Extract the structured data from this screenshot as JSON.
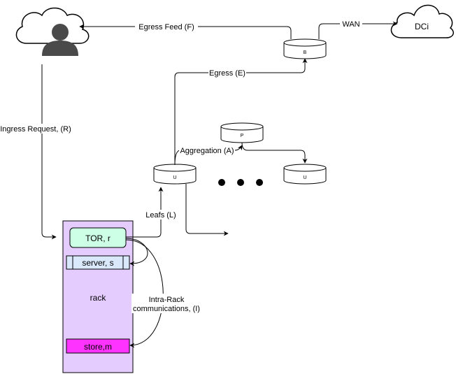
{
  "nodes": {
    "user_label": "",
    "dc_cloud_label": "DCi",
    "border_router": "B",
    "spine_router": "P",
    "leaf_switch_left": "U",
    "leaf_switch_right": "U",
    "tor": "TOR, r",
    "server": "server, s",
    "rack": "rack",
    "store": "store,m"
  },
  "edges": {
    "egress_feed": "Egress Feed (F)",
    "wan": "WAN",
    "egress": "Egress (E)",
    "ingress_request": "Ingress Request, (R)",
    "aggregation": "Aggregation (A)",
    "leafs": "Leafs (L)",
    "intra_rack_line1": "Intra-Rack",
    "intra_rack_line2": "communications, (I)"
  },
  "colors": {
    "rack_fill": "#e5ccff",
    "tor_fill": "#ccffe6",
    "server_fill": "#dae8fc",
    "store_fill": "#ff33ff"
  },
  "icons": {
    "user": "user-cloud-icon",
    "dc": "cloud-icon",
    "more": "ellipsis-dots-icon"
  }
}
